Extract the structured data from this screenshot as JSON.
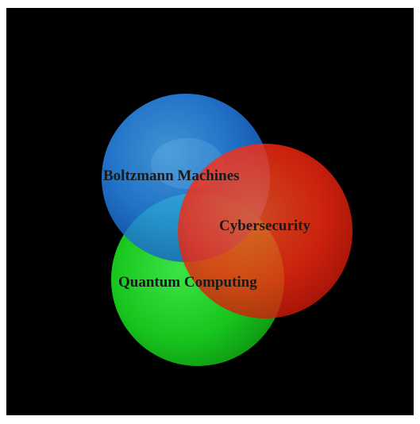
{
  "diagram": {
    "type": "venn-3d-spheres",
    "background_color": "#000000",
    "sets": [
      {
        "label": "Boltzmann Machines",
        "color": "#1e8cff"
      },
      {
        "label": "Quantum Computing",
        "color": "#17d11c"
      },
      {
        "label": "Cybersecurity",
        "color": "#ff2a10"
      }
    ]
  }
}
